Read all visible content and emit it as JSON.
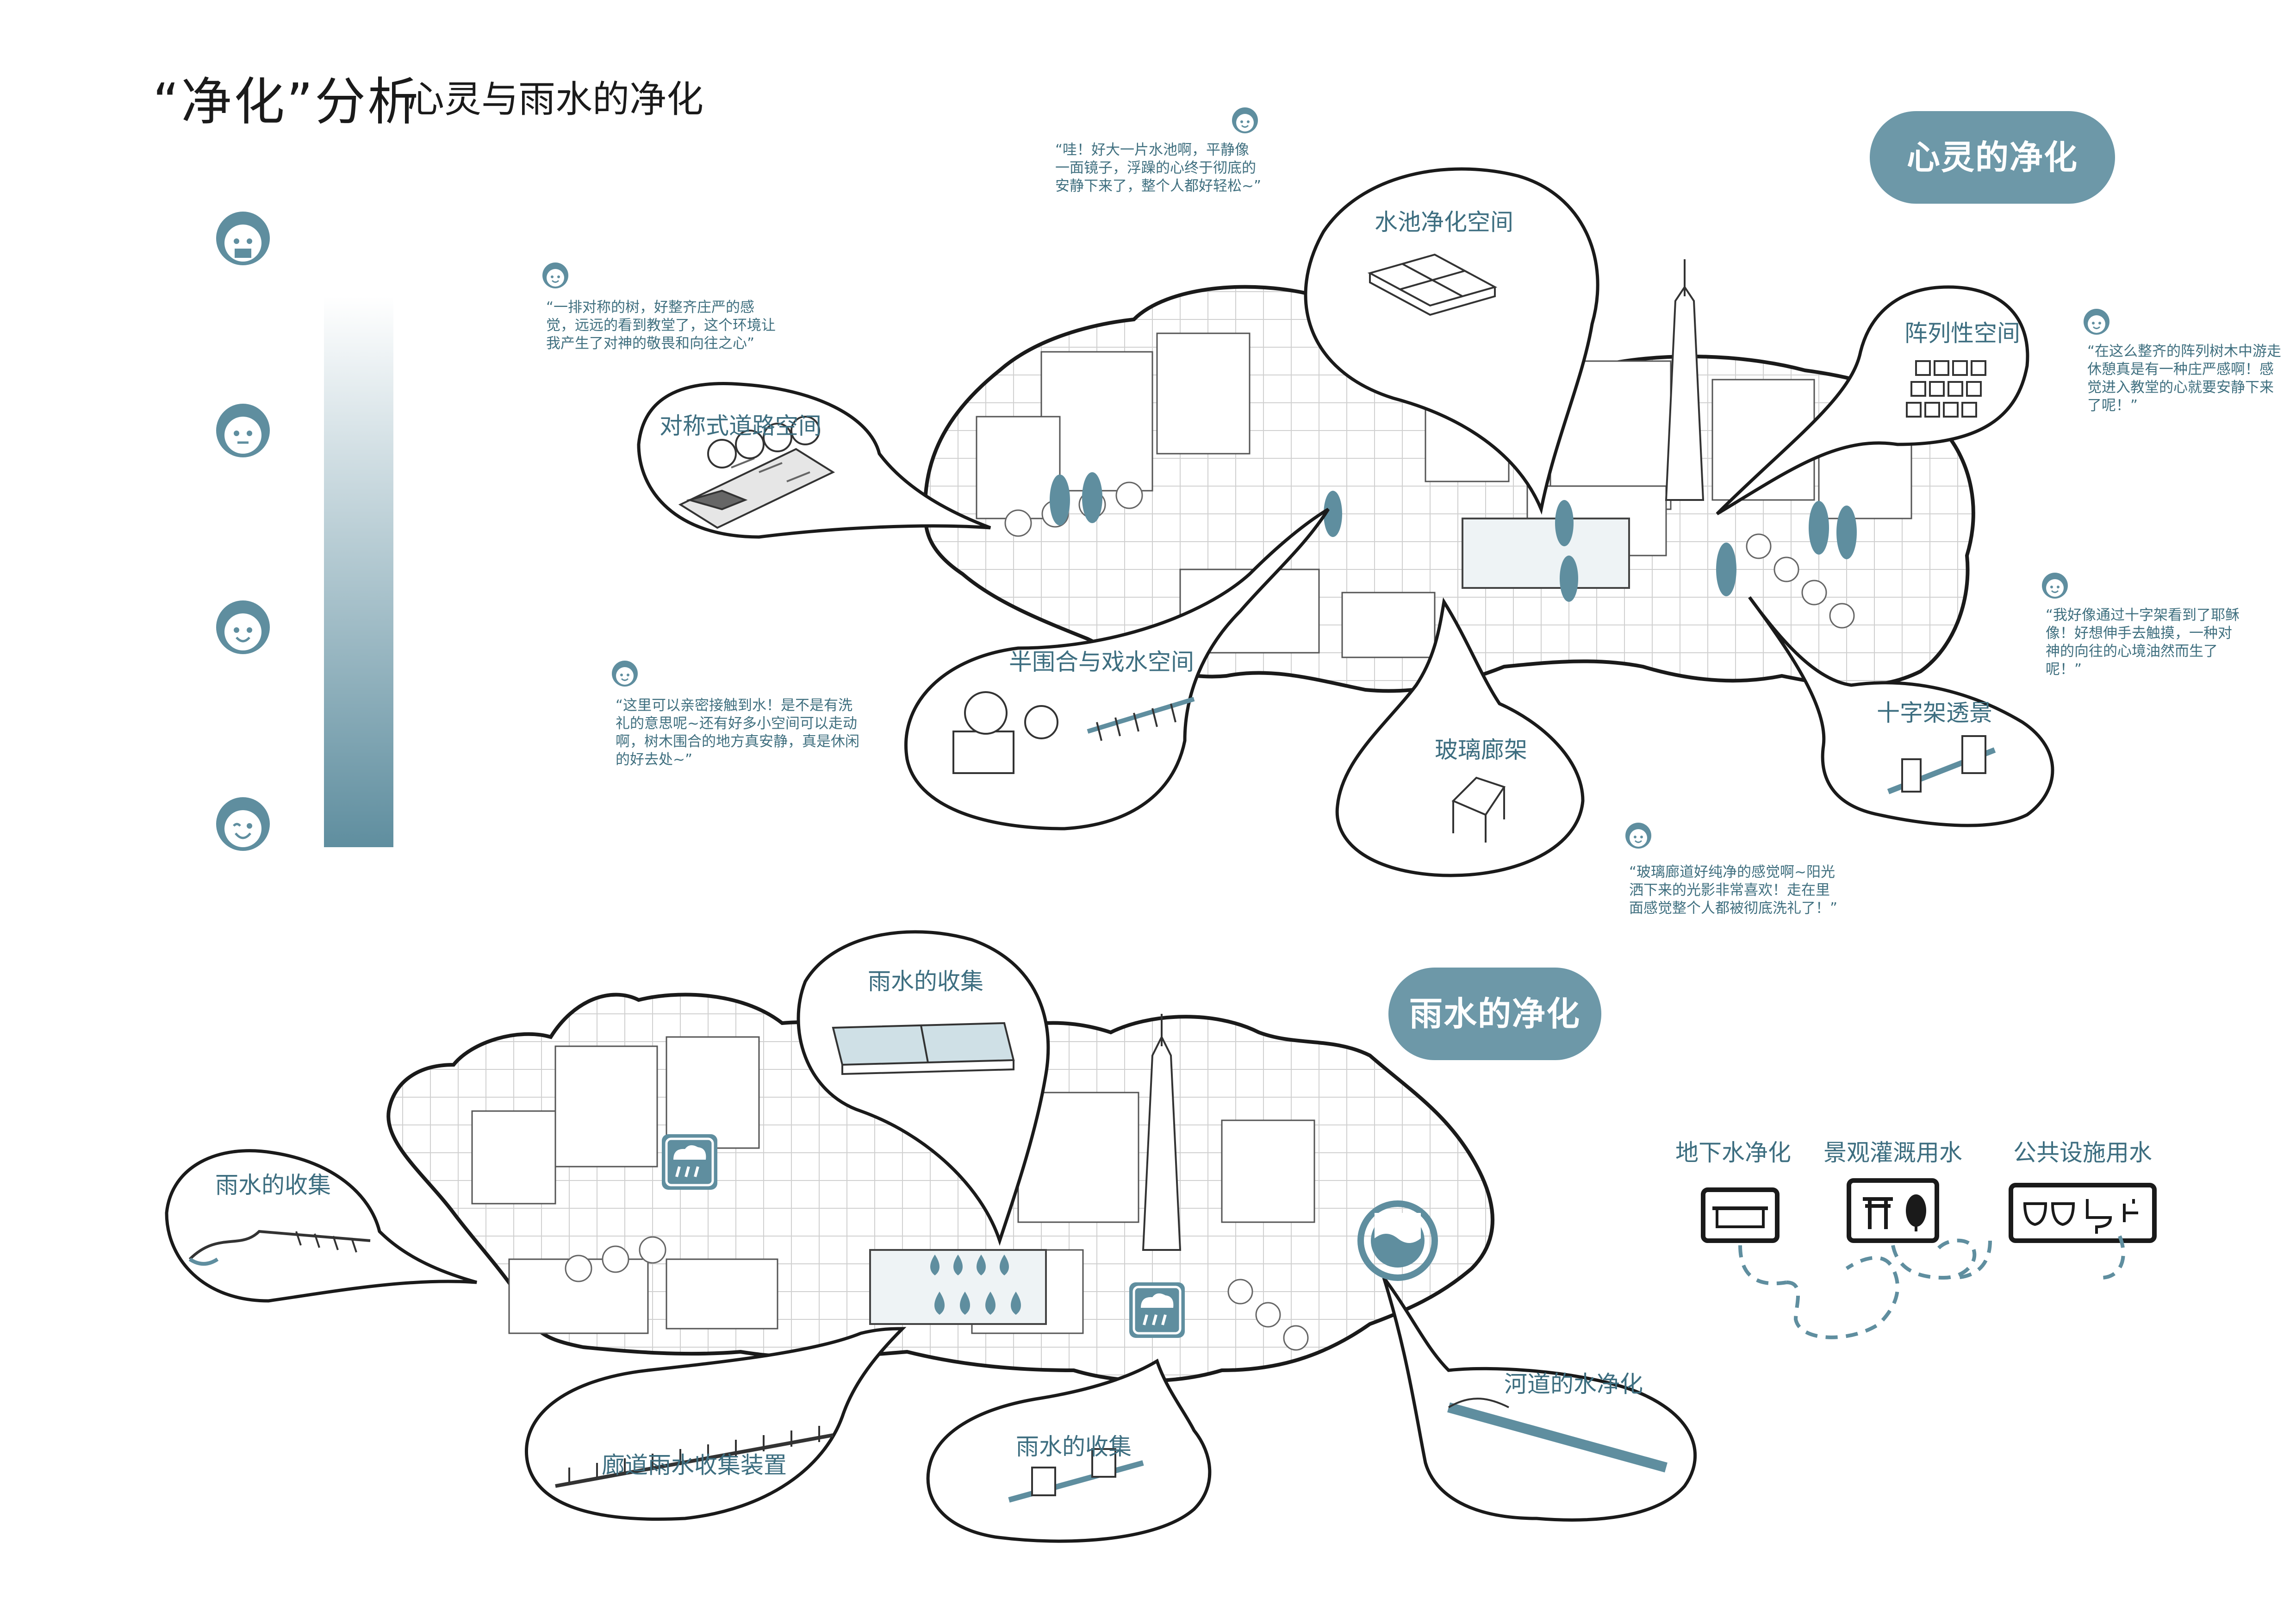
{
  "header": {
    "title": "“净化”分析",
    "subtitle": "心灵与雨水的净化"
  },
  "colors": {
    "accent": "#6d98a8",
    "accent_dark": "#3d6e80",
    "ink": "#1a1a1a"
  },
  "upper": {
    "badge": "心灵的净化",
    "bubbles": [
      {
        "id": "pool",
        "label": "水池净化空间"
      },
      {
        "id": "symmetric",
        "label": "对称式道路空间"
      },
      {
        "id": "array",
        "label": "阵列性空间"
      },
      {
        "id": "semi",
        "label": "半围合与戏水空间"
      },
      {
        "id": "glass",
        "label": "玻璃廊架"
      },
      {
        "id": "cross",
        "label": "十字架透景"
      }
    ],
    "quotes": [
      {
        "id": "q_pool",
        "text": "“哇！好大一片水池啊，平静像一面镜子，浮躁的心终于彻底的安静下来了，整个人都好轻松~”"
      },
      {
        "id": "q_symmetric",
        "text": "“一排对称的树，好整齐庄严的感觉，远远的看到教堂了，这个环境让我产生了对神的敬畏和向往之心”"
      },
      {
        "id": "q_array",
        "text": "“在这么整齐的阵列树木中游走休憩真是有一种庄严感啊！感觉进入教堂的心就要安静下来了呢！”"
      },
      {
        "id": "q_cross",
        "text": "“我好像通过十字架看到了耶稣像！好想伸手去触摸，一种对神的向往的心境油然而生了呢！”"
      },
      {
        "id": "q_semi",
        "text": "“这里可以亲密接触到水！是不是有洗礼的意思呢~还有好多小空间可以走动啊，树木围合的地方真安静，真是休闲的好去处~”"
      },
      {
        "id": "q_glass",
        "text": "“玻璃廊道好纯净的感觉啊~阳光洒下来的光影非常喜欢！走在里面感觉整个人都被彻底洗礼了！”"
      }
    ]
  },
  "lower": {
    "badge": "雨水的净化",
    "bubbles": [
      {
        "id": "rain_top",
        "label": "雨水的收集"
      },
      {
        "id": "rain_left",
        "label": "雨水的收集"
      },
      {
        "id": "corridor",
        "label": "廊道雨水收集装置"
      },
      {
        "id": "rain_bottom",
        "label": "雨水的收集"
      },
      {
        "id": "river",
        "label": "河道的水净化"
      }
    ]
  },
  "water_uses": [
    {
      "label": "地下水净化",
      "icon": "basin-icon"
    },
    {
      "label": "景观灌溉用水",
      "icon": "torii-tree-icon"
    },
    {
      "label": "公共设施用水",
      "icon": "toilet-sink-icon"
    }
  ]
}
